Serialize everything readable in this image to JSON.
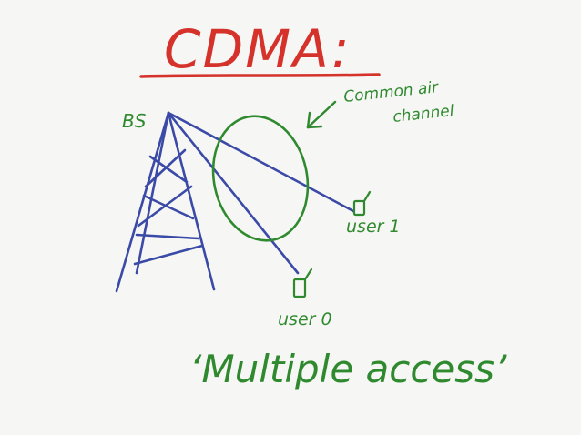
{
  "title": "CDMA:",
  "labels": {
    "base_station": "BS",
    "channel_line1": "Common air",
    "channel_line2": "channel",
    "user_1": "user 1",
    "user_0": "user 0",
    "caption": "‘Multiple access’"
  },
  "colors": {
    "background": "#f6f6f4",
    "title_red": "#d4322b",
    "ink_green": "#2f8a2f",
    "ink_blue": "#3a4aa6"
  }
}
